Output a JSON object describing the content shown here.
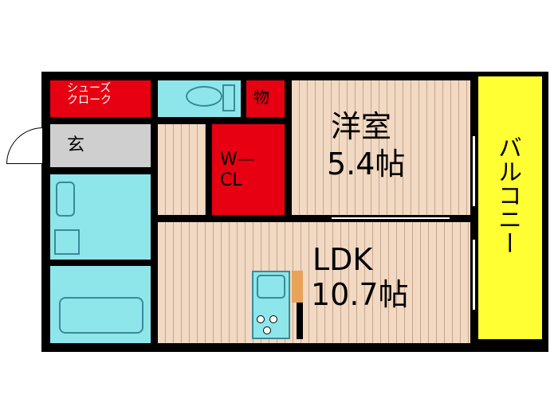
{
  "rooms": {
    "shoe_closet": "シューズ\nクローク",
    "entrance": "玄",
    "storage": "物",
    "walkin_closet": "W—\nCL",
    "western_room": {
      "name": "洋室",
      "size": "5.4帖"
    },
    "ldk": {
      "name": "LDK",
      "size": "10.7帖"
    },
    "balcony": "バルコニー"
  },
  "colors": {
    "storage_red": "#e60012",
    "water_aqua": "#8fe6ea",
    "floor_wood": "#f1d9c3",
    "balcony_yellow": "#ffff33",
    "entrance_gray": "#cfcfcf"
  }
}
